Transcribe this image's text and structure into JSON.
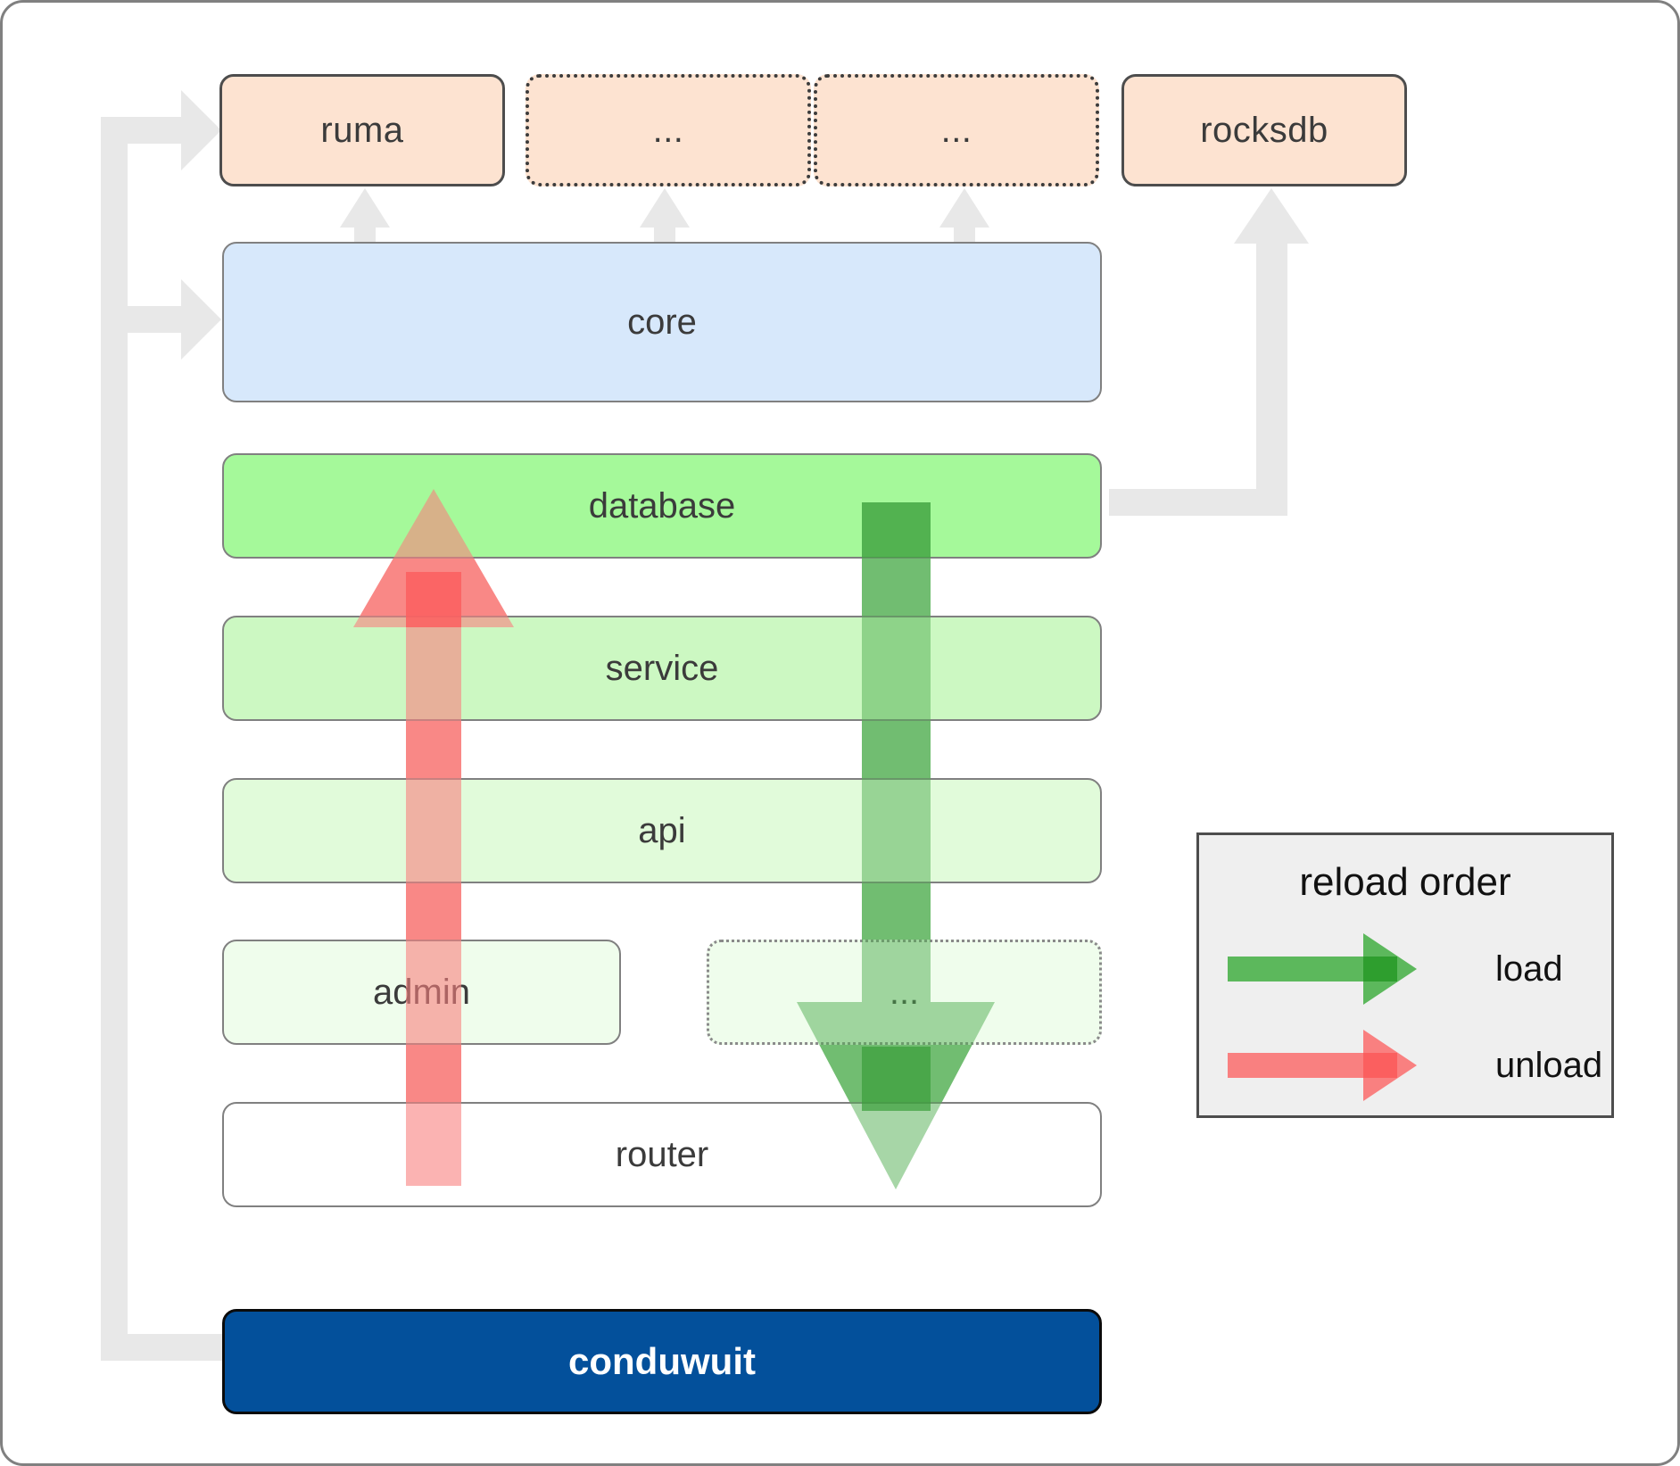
{
  "diagram": {
    "title": "conduwuit crate architecture / reload order",
    "dependencies": [
      {
        "id": "ruma",
        "label": "ruma",
        "style": "solid"
      },
      {
        "id": "dep-a",
        "label": "...",
        "style": "dotted"
      },
      {
        "id": "dep-b",
        "label": "...",
        "style": "dotted"
      },
      {
        "id": "rocksdb",
        "label": "rocksdb",
        "style": "solid"
      }
    ],
    "layers": [
      {
        "id": "core",
        "label": "core",
        "color": "#d7e8fb",
        "style": "solid"
      },
      {
        "id": "database",
        "label": "database",
        "color": "#a5f99a",
        "style": "solid"
      },
      {
        "id": "service",
        "label": "service",
        "color": "#ccf8c2",
        "style": "solid"
      },
      {
        "id": "api",
        "label": "api",
        "color": "#e1fbda",
        "style": "solid"
      },
      {
        "id": "admin",
        "label": "admin",
        "color": "#effdec",
        "style": "solid"
      },
      {
        "id": "more",
        "label": "...",
        "color": "#effdec",
        "style": "dotted"
      },
      {
        "id": "router",
        "label": "router",
        "color": "#ffffff",
        "style": "solid"
      },
      {
        "id": "conduwuit",
        "label": "conduwuit",
        "color": "#03509b",
        "style": "solid"
      }
    ],
    "legend": {
      "title": "reload order",
      "items": [
        {
          "id": "load",
          "label": "load",
          "color": "#5cb85c"
        },
        {
          "id": "unload",
          "label": "unload",
          "color": "#f98080"
        }
      ]
    },
    "colors": {
      "connector": "#e8e8e8",
      "load_arrow": "#5cb85c",
      "unload_arrow": "#f98080",
      "dependency_fill": "#fde3d1",
      "brand": "#03509b",
      "border": "#808080"
    }
  }
}
